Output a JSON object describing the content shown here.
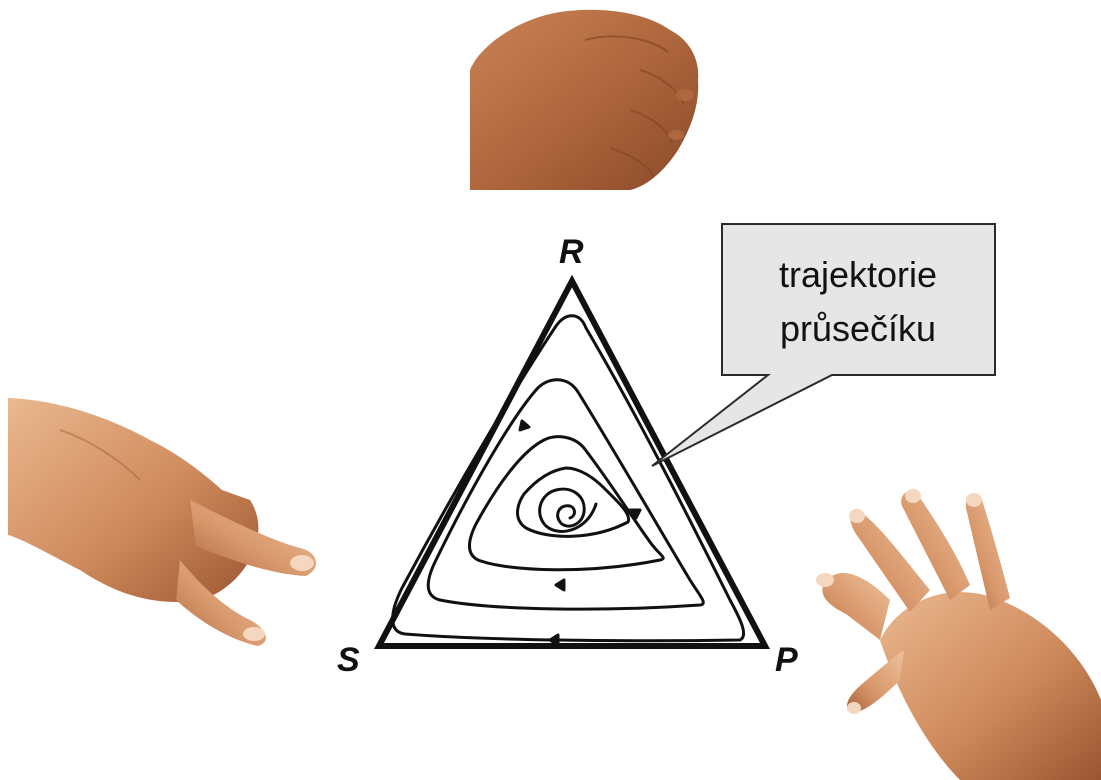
{
  "vertices": {
    "rock_label": "R",
    "scissors_label": "S",
    "paper_label": "P"
  },
  "callout": {
    "line1": "trajektorie",
    "line2": "průsečíku"
  },
  "colors": {
    "stroke": "#111111",
    "callout_fill": "#e6e6e6",
    "callout_border": "#2b2b2b",
    "skin_light": "#e9b48c",
    "skin_mid": "#c98356",
    "skin_dark": "#8f4f2c"
  },
  "icons": {
    "rock": "fist-hand-icon",
    "scissors": "scissors-hand-icon",
    "paper": "open-hand-icon"
  }
}
